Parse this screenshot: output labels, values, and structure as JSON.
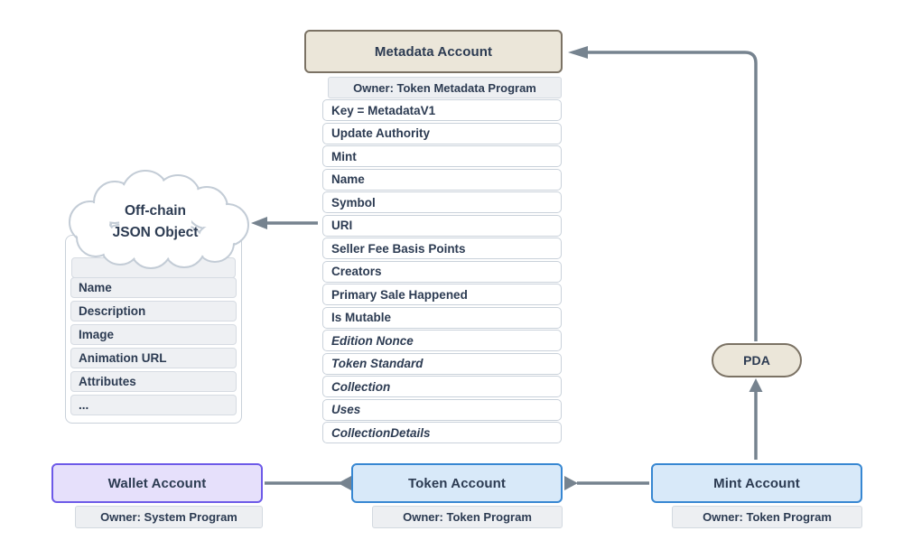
{
  "diagram": {
    "metadata_account": {
      "title": "Metadata Account",
      "owner_row": "Owner: Token Metadata Program",
      "fields": [
        {
          "label": "Key = MetadataV1",
          "italic": false
        },
        {
          "label": "Update Authority",
          "italic": false
        },
        {
          "label": "Mint",
          "italic": false
        },
        {
          "label": "Name",
          "italic": false
        },
        {
          "label": "Symbol",
          "italic": false
        },
        {
          "label": "URI",
          "italic": false
        },
        {
          "label": "Seller Fee Basis Points",
          "italic": false
        },
        {
          "label": "Creators",
          "italic": false
        },
        {
          "label": "Primary Sale Happened",
          "italic": false
        },
        {
          "label": "Is Mutable",
          "italic": false
        },
        {
          "label": "Edition Nonce",
          "italic": true
        },
        {
          "label": "Token Standard",
          "italic": true
        },
        {
          "label": "Collection",
          "italic": true
        },
        {
          "label": "Uses",
          "italic": true
        },
        {
          "label": "CollectionDetails",
          "italic": true
        }
      ]
    },
    "offchain_json": {
      "cloud_line1": "Off-chain",
      "cloud_line2": "JSON Object",
      "fields": [
        "Name",
        "Description",
        "Image",
        "Animation URL",
        "Attributes",
        "..."
      ]
    },
    "wallet_account": {
      "title": "Wallet Account",
      "owner_row": "Owner: System Program"
    },
    "token_account": {
      "title": "Token Account",
      "owner_row": "Owner: Token Program"
    },
    "mint_account": {
      "title": "Mint Account",
      "owner_row": "Owner: Token Program"
    },
    "pda": {
      "label": "PDA"
    },
    "colors": {
      "arrow": "#76838f",
      "text": "#2c3b52",
      "blue_fill": "#d8e9f9",
      "blue_border": "#3787d2",
      "purple_fill": "#e6e0fb",
      "purple_border": "#6d5ae8",
      "tan_fill": "#ebe6d9",
      "tan_border": "#7b7264",
      "row_border": "#c9d1da",
      "gray_row_fill": "#edeff2"
    }
  }
}
